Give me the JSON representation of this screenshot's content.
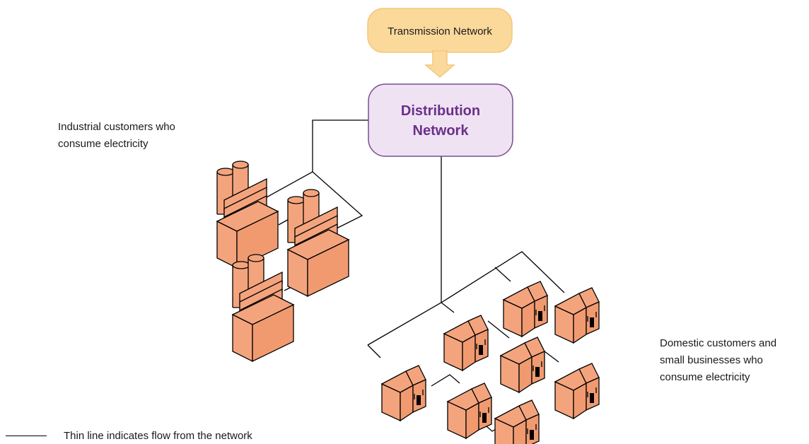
{
  "transmission": {
    "label": "Transmission Network",
    "fill": "#fbd99b",
    "stroke": "#f3c77c"
  },
  "distribution": {
    "line1": "Distribution",
    "line2": "Network",
    "fill": "#efe3f3",
    "stroke": "#7a4d92",
    "text_color": "#6b2f8a"
  },
  "industrial_caption": {
    "line1": "Industrial customers who",
    "line2": "consume electricity"
  },
  "domestic_caption": {
    "line1": "Domestic customers and",
    "line2": "small businesses who",
    "line3": "consume electricity"
  },
  "legend": {
    "text": "Thin line indicates flow from the network"
  },
  "colors": {
    "building_fill": "#f4a47d",
    "building_side": "#f19a70",
    "outline": "#000000",
    "arrow_fill": "#fbd99b"
  }
}
